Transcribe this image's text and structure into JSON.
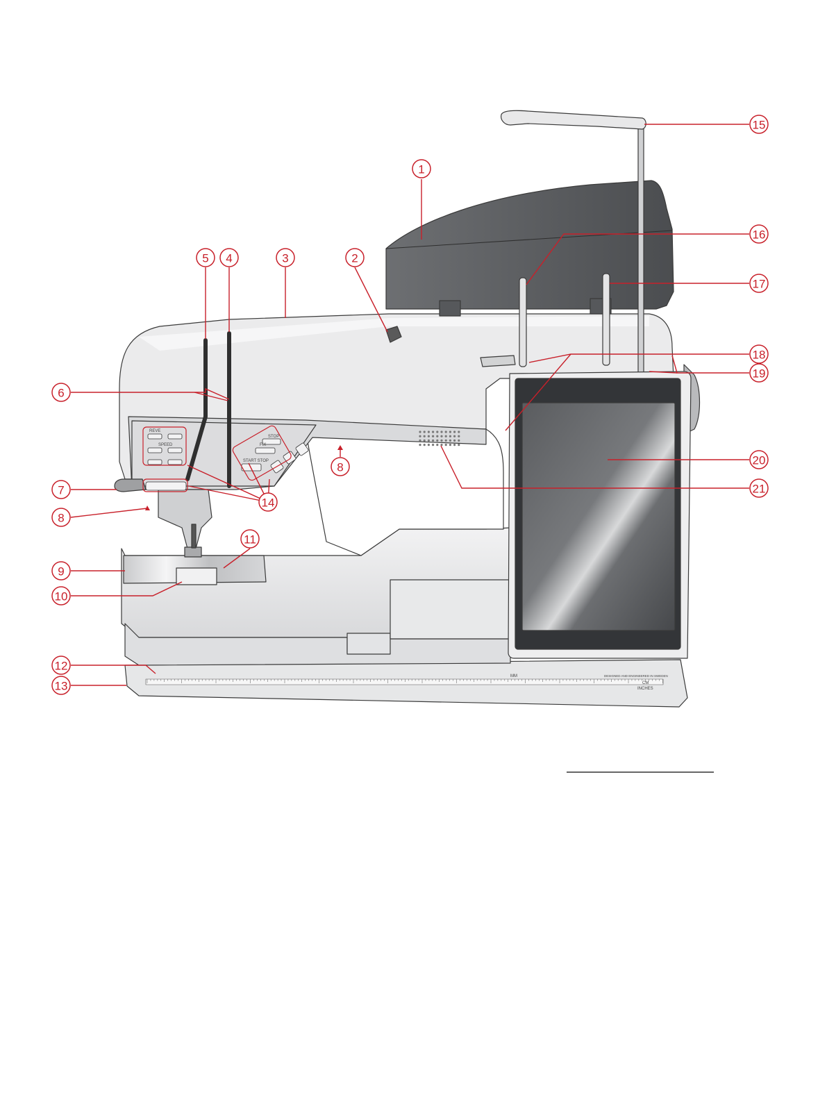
{
  "colors": {
    "callout": "#c8202a",
    "body_light": "#e9e9ea",
    "body_mid": "#cfd0d2",
    "lid": "#5f6164",
    "screen_dark": "#4d4f52",
    "outline": "#333333",
    "thread_guide": "#333333"
  },
  "callouts": [
    {
      "id": "1",
      "label": "1"
    },
    {
      "id": "2",
      "label": "2"
    },
    {
      "id": "3",
      "label": "3"
    },
    {
      "id": "4",
      "label": "4"
    },
    {
      "id": "5",
      "label": "5"
    },
    {
      "id": "6",
      "label": "6"
    },
    {
      "id": "7",
      "label": "7"
    },
    {
      "id": "8a",
      "label": "8"
    },
    {
      "id": "8b",
      "label": "8"
    },
    {
      "id": "9",
      "label": "9"
    },
    {
      "id": "10",
      "label": "10"
    },
    {
      "id": "11",
      "label": "11"
    },
    {
      "id": "12",
      "label": "12"
    },
    {
      "id": "13",
      "label": "13"
    },
    {
      "id": "14",
      "label": "14"
    },
    {
      "id": "15",
      "label": "15"
    },
    {
      "id": "16",
      "label": "16"
    },
    {
      "id": "17",
      "label": "17"
    },
    {
      "id": "18",
      "label": "18"
    },
    {
      "id": "19",
      "label": "19"
    },
    {
      "id": "20",
      "label": "20"
    },
    {
      "id": "21",
      "label": "21"
    }
  ],
  "panel_labels": {
    "reverse": "REVE",
    "speed": "SPEED",
    "fix": "FIX",
    "start_stop": "START STOP",
    "stop": "STOP"
  },
  "ruler": {
    "mm": "MM",
    "cm": "CM",
    "inches": "INCHES",
    "brand_text": "DESIGNED AND ENGINEERED IN SWEDEN"
  }
}
